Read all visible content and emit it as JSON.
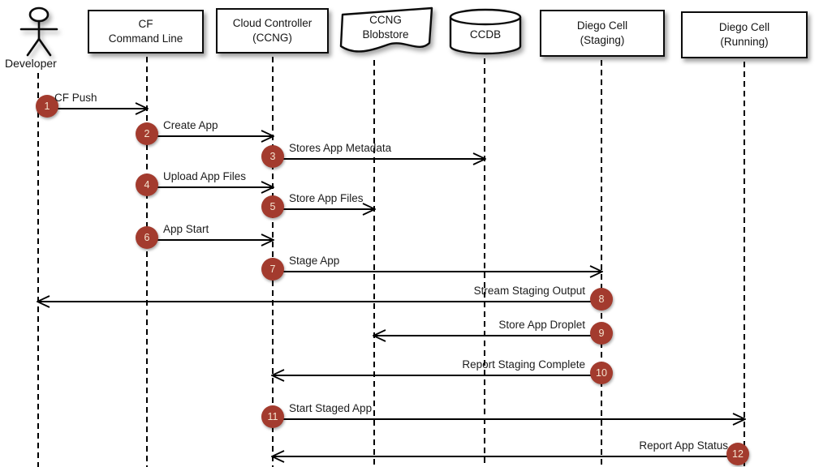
{
  "diagram": {
    "type": "uml-sequence",
    "colors": {
      "background": "#FFFFFF",
      "badge_fill": "#A33B2E",
      "badge_text": "#F4E4D0",
      "line": "#000000",
      "box_border": "#0B0B0B"
    },
    "actors": [
      {
        "id": "developer",
        "type": "person",
        "lines": [
          "Developer"
        ]
      },
      {
        "id": "cf-command-line",
        "type": "box",
        "lines": [
          "CF",
          "Command Line"
        ]
      },
      {
        "id": "cloud-controller",
        "type": "box",
        "lines": [
          "Cloud Controller",
          "(CCNG)"
        ]
      },
      {
        "id": "ccng-blobstore",
        "type": "document",
        "lines": [
          "CCNG",
          "Blobstore"
        ]
      },
      {
        "id": "ccdb",
        "type": "database",
        "lines": [
          "CCDB"
        ]
      },
      {
        "id": "diego-cell-staging",
        "type": "box",
        "lines": [
          "Diego Cell",
          "(Staging)"
        ]
      },
      {
        "id": "diego-cell-running",
        "type": "box",
        "lines": [
          "Diego Cell",
          "(Running)"
        ]
      }
    ],
    "messages": [
      {
        "step": "1",
        "label": "CF Push",
        "from": "developer",
        "to": "cf-command-line",
        "direction": "right"
      },
      {
        "step": "2",
        "label": "Create App",
        "from": "cf-command-line",
        "to": "cloud-controller",
        "direction": "right"
      },
      {
        "step": "3",
        "label": "Stores App Metadata",
        "from": "cloud-controller",
        "to": "ccdb",
        "direction": "right"
      },
      {
        "step": "4",
        "label": "Upload App Files",
        "from": "cf-command-line",
        "to": "cloud-controller",
        "direction": "right"
      },
      {
        "step": "5",
        "label": "Store App Files",
        "from": "cloud-controller",
        "to": "ccng-blobstore",
        "direction": "right"
      },
      {
        "step": "6",
        "label": "App Start",
        "from": "cf-command-line",
        "to": "cloud-controller",
        "direction": "right"
      },
      {
        "step": "7",
        "label": "Stage App",
        "from": "cloud-controller",
        "to": "diego-cell-staging",
        "direction": "right"
      },
      {
        "step": "8",
        "label": "Stream Staging Output",
        "from": "diego-cell-staging",
        "to": "developer",
        "direction": "left"
      },
      {
        "step": "9",
        "label": "Store App Droplet",
        "from": "diego-cell-staging",
        "to": "ccng-blobstore",
        "direction": "left"
      },
      {
        "step": "10",
        "label": "Report Staging Complete",
        "from": "diego-cell-staging",
        "to": "cloud-controller",
        "direction": "left"
      },
      {
        "step": "11",
        "label": "Start Staged App",
        "from": "cloud-controller",
        "to": "diego-cell-running",
        "direction": "right"
      },
      {
        "step": "12",
        "label": "Report App Status",
        "from": "diego-cell-running",
        "to": "cloud-controller",
        "direction": "left"
      }
    ]
  }
}
